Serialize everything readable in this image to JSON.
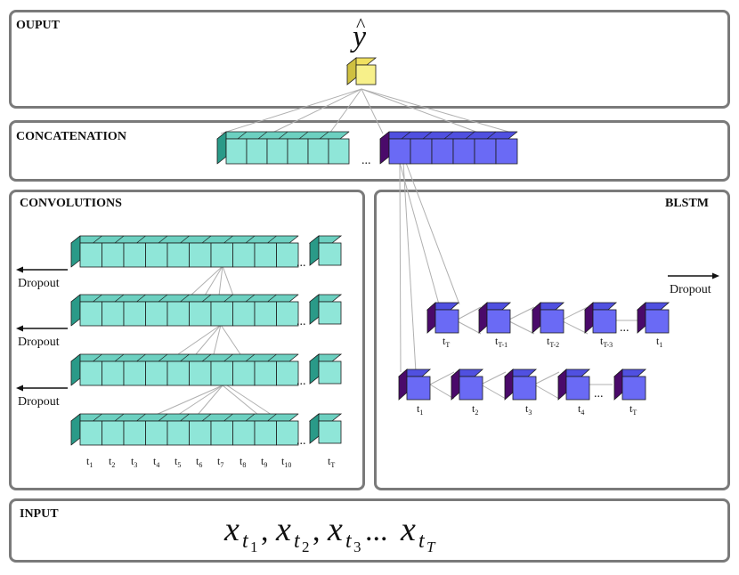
{
  "panels": {
    "output": "OUPUT",
    "concatenation": "CONCATENATION",
    "convolutions": "CONVOLUTIONS",
    "blstm": "BLSTM",
    "input": "INPUT"
  },
  "output_symbol": {
    "base": "y",
    "accent": "^"
  },
  "input_sequence": {
    "terms": [
      {
        "base": "x",
        "sub": "t",
        "subsub": "1"
      },
      {
        "base": "x",
        "sub": "t",
        "subsub": "2"
      },
      {
        "base": "x",
        "sub": "t",
        "subsub": "3"
      },
      {
        "base": "x",
        "sub": "t",
        "subsub": "T"
      }
    ],
    "separator": ",",
    "ellipsis": "..."
  },
  "dropout_label": "Dropout",
  "ellipsis": "...",
  "conv_time_labels": [
    {
      "t": "t",
      "sub": "1"
    },
    {
      "t": "t",
      "sub": "2"
    },
    {
      "t": "t",
      "sub": "3"
    },
    {
      "t": "t",
      "sub": "4"
    },
    {
      "t": "t",
      "sub": "5"
    },
    {
      "t": "t",
      "sub": "6"
    },
    {
      "t": "t",
      "sub": "7"
    },
    {
      "t": "t",
      "sub": "8"
    },
    {
      "t": "t",
      "sub": "9"
    },
    {
      "t": "t",
      "sub": "10"
    },
    {
      "t": "t",
      "sub": "T"
    }
  ],
  "blstm_backward_labels": [
    {
      "t": "t",
      "sub": "T"
    },
    {
      "t": "t",
      "sub": "T-1"
    },
    {
      "t": "t",
      "sub": "T-2"
    },
    {
      "t": "t",
      "sub": "T-3"
    },
    {
      "t": "t",
      "sub": "1"
    }
  ],
  "blstm_forward_labels": [
    {
      "t": "t",
      "sub": "1"
    },
    {
      "t": "t",
      "sub": "2"
    },
    {
      "t": "t",
      "sub": "3"
    },
    {
      "t": "t",
      "sub": "4"
    },
    {
      "t": "t",
      "sub": "T"
    }
  ],
  "colors": {
    "conv_front": "#8fe6d8",
    "conv_top": "#6cd0c0",
    "conv_side": "#2a9a88",
    "blstm_front": "#6a6af5",
    "blstm_top": "#5050e0",
    "blstm_side": "#4a0a6a",
    "output_front": "#f7f08a",
    "output_top": "#f0e060",
    "output_side": "#cfc040",
    "edge": "#1a1a1a",
    "connector": "#b0b0b0",
    "border": "#7a7a7a"
  }
}
